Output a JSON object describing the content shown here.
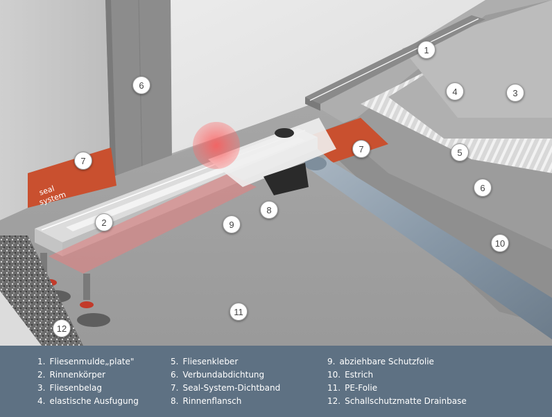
{
  "callouts": [
    {
      "n": "1"
    },
    {
      "n": "2"
    },
    {
      "n": "3"
    },
    {
      "n": "4"
    },
    {
      "n": "5"
    },
    {
      "n": "6"
    },
    {
      "n": "6"
    },
    {
      "n": "7"
    },
    {
      "n": "7"
    },
    {
      "n": "8"
    },
    {
      "n": "9"
    },
    {
      "n": "10"
    },
    {
      "n": "11"
    },
    {
      "n": "12"
    }
  ],
  "band_text": [
    "seal",
    "system"
  ],
  "legend": [
    {
      "num": "1.",
      "text": "Fliesenmulde„plate\""
    },
    {
      "num": "2.",
      "text": "Rinnenkörper"
    },
    {
      "num": "3.",
      "text": "Fliesenbelag"
    },
    {
      "num": "4.",
      "text": "elastische Ausfugung"
    },
    {
      "num": "5.",
      "text": "Fliesenkleber"
    },
    {
      "num": "6.",
      "text": "Verbundabdichtung"
    },
    {
      "num": "7.",
      "text": "Seal-System-Dichtband"
    },
    {
      "num": "8.",
      "text": "Rinnenflansch"
    },
    {
      "num": "9.",
      "text": "abziehbare Schutzfolie"
    },
    {
      "num": "10.",
      "text": "Estrich"
    },
    {
      "num": "11.",
      "text": "PE-Folie"
    },
    {
      "num": "12.",
      "text": "Schallschutzmatte Drainbase"
    }
  ],
  "colors": {
    "legend_bg": "#5e7183",
    "seal_band": "#c9502f",
    "pipe": "#8a9aa8",
    "protective_film": "#e88080"
  }
}
